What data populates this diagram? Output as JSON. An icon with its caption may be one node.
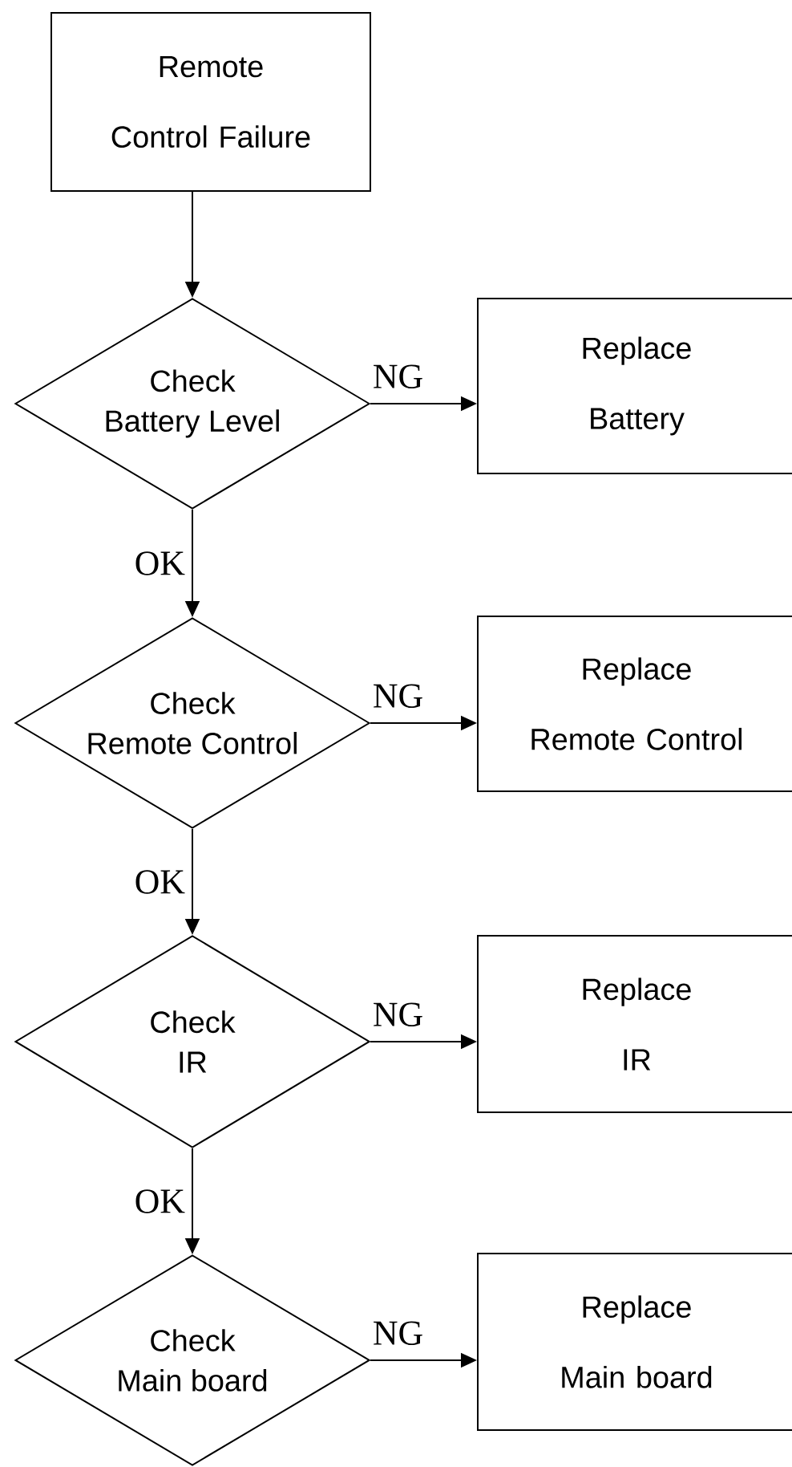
{
  "diagram": {
    "nodes": [
      {
        "text": [
          "Remote Control Failure"
        ]
      },
      {
        "text": [
          "Check",
          "Battery Level"
        ]
      },
      {
        "text": [
          "Replace",
          "Battery"
        ]
      },
      {
        "text": [
          "Check",
          "Remote Control"
        ]
      },
      {
        "text": [
          "Replace",
          "Remote Control"
        ]
      },
      {
        "text": [
          "Check",
          "IR"
        ]
      },
      {
        "text": [
          "Replace",
          "IR"
        ]
      },
      {
        "text": [
          "Check",
          "Main board"
        ]
      },
      {
        "text": [
          "Replace",
          "Main board"
        ]
      }
    ],
    "edges": [
      {
        "from": 0,
        "to": 1,
        "arrow": "to"
      },
      {
        "from": 1,
        "to": 2,
        "arrow": "to",
        "label": "NG"
      },
      {
        "from": 1,
        "to": 3,
        "arrow": "to",
        "label": "OK"
      },
      {
        "from": 3,
        "to": 4,
        "arrow": "to",
        "label": "NG"
      },
      {
        "from": 3,
        "to": 5,
        "arrow": "to",
        "label": "OK"
      },
      {
        "from": 5,
        "to": 6,
        "arrow": "to",
        "label": "NG"
      },
      {
        "from": 5,
        "to": 7,
        "arrow": "to",
        "label": "OK"
      },
      {
        "from": 7,
        "to": 8,
        "arrow": "to",
        "label": "NG"
      }
    ]
  }
}
